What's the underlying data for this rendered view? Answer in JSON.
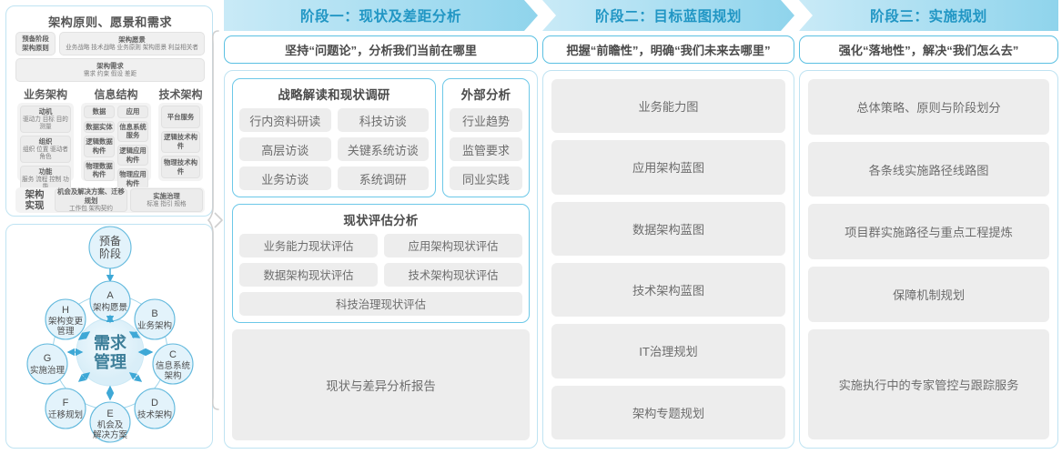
{
  "left_panel": {
    "togaf": {
      "title": "架构原则、愿景和需求",
      "prep": {
        "line1": "预备阶段",
        "line2": "架构原则"
      },
      "vision": {
        "title": "架构愿景",
        "items": "业务战略 技术战略 业务原则 架构愿景 利益相关者"
      },
      "requirement": {
        "title": "架构需求",
        "items": "需求   约束   假设   差距"
      },
      "columns": [
        {
          "header": "业务架构",
          "cells": [
            {
              "title": "动机",
              "items": "驱动力 目标 目的 测量"
            },
            {
              "title": "组织",
              "items": "组织 位置 驱动者 角色"
            },
            {
              "title": "功能",
              "items": "服务 流程 控制 功能"
            }
          ]
        },
        {
          "header": "信息结构",
          "sub": [
            {
              "cells": [
                {
                  "title": "数据",
                  "items": ""
                },
                {
                  "title": "数据实体",
                  "items": ""
                },
                {
                  "title": "逻辑数据构件",
                  "items": ""
                },
                {
                  "title": "物理数据构件",
                  "items": ""
                }
              ]
            },
            {
              "cells": [
                {
                  "title": "应用",
                  "items": ""
                },
                {
                  "title": "信息系统服务",
                  "items": ""
                },
                {
                  "title": "逻辑应用构件",
                  "items": ""
                },
                {
                  "title": "物理应用构件",
                  "items": ""
                }
              ]
            }
          ]
        },
        {
          "header": "技术架构",
          "cells": [
            {
              "title": "平台服务",
              "items": ""
            },
            {
              "title": "逻辑技术构件",
              "items": ""
            },
            {
              "title": "物理技术构件",
              "items": ""
            }
          ]
        }
      ],
      "implementation": {
        "label": "架构\n实现",
        "label_line1": "架构",
        "label_line2": "实现",
        "cells": [
          {
            "title": "机会及解决方案、迁移规划",
            "items": "工作包  架构契约"
          },
          {
            "title": "实施治理",
            "items": "标准  指引  规格"
          }
        ]
      }
    },
    "adm": {
      "center": {
        "line1": "需求",
        "line2": "管理"
      },
      "prelim": {
        "line1": "预备",
        "line2": "阶段"
      },
      "nodes": [
        {
          "key": "A",
          "label": "架构愿景"
        },
        {
          "key": "B",
          "label": "业务架构"
        },
        {
          "key": "C",
          "label": "信息系统架构"
        },
        {
          "key": "D",
          "label": "技术架构"
        },
        {
          "key": "E",
          "label": "机会及解决方案"
        },
        {
          "key": "F",
          "label": "迁移规划"
        },
        {
          "key": "G",
          "label": "实施治理"
        },
        {
          "key": "H",
          "label": "架构变更管理"
        }
      ]
    }
  },
  "phases": [
    {
      "header": "阶段一：现状及差距分析",
      "slogan": "坚持“问题论”，分析我们当前在哪里",
      "groups": [
        {
          "title": "战略解读和现状调研",
          "rows": [
            [
              "行内资料研读",
              "科技访谈"
            ],
            [
              "高层访谈",
              "关键系统访谈"
            ],
            [
              "业务访谈",
              "系统调研"
            ]
          ]
        },
        {
          "title": "外部分析",
          "rows": [
            [
              "行业趋势"
            ],
            [
              "监管要求"
            ],
            [
              "同业实践"
            ]
          ]
        },
        {
          "title": "现状评估分析",
          "rows": [
            [
              "业务能力现状评估",
              "应用架构现状评估"
            ],
            [
              "数据架构现状评估",
              "技术架构现状评估"
            ],
            [
              "科技治理现状评估"
            ]
          ]
        }
      ],
      "report": "现状与差异分析报告"
    },
    {
      "header": "阶段二：目标蓝图规划",
      "slogan": "把握“前瞻性”，明确“我们未来去哪里”",
      "items": [
        "业务能力图",
        "应用架构蓝图",
        "数据架构蓝图",
        "技术架构蓝图",
        "IT治理规划",
        "架构专题规划"
      ]
    },
    {
      "header": "阶段三：实施规划",
      "slogan": "强化“落地性”，解决“我们怎么去”",
      "items": [
        "总体策略、原则与阶段划分",
        "各条线实施路径线路图",
        "项目群实施路径与重点工程提炼",
        "保障机制规划",
        "实施执行中的专家管控与跟踪服务"
      ]
    }
  ],
  "colors": {
    "accent": "#2196c4",
    "chevron_start": "#bfe7f5",
    "chevron_end": "#8ed3ec",
    "panel_border": "#bfe3f2",
    "group_border": "#6cc8e8",
    "pill_bg": "#ededed",
    "text": "#6d6d6d",
    "node_fill": "#e3f3fb",
    "node_stroke": "#62b9dd"
  }
}
